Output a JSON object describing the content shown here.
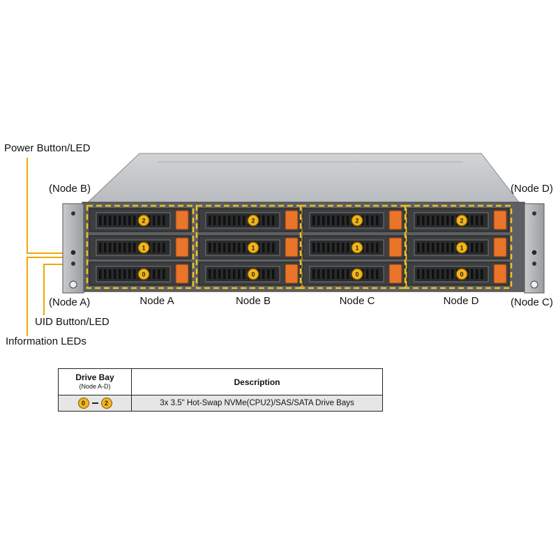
{
  "labels": {
    "power_button": "Power Button/LED",
    "node_b_left": "(Node B)",
    "node_a_left": "(Node A)",
    "uid_button": "UID Button/LED",
    "info_leds": "Information LEDs",
    "node_d_right": "(Node D)",
    "node_c_right": "(Node C)"
  },
  "nodes": [
    "Node A",
    "Node B",
    "Node C",
    "Node D"
  ],
  "bay_numbers": [
    "2",
    "1",
    "0"
  ],
  "legend": {
    "col1_title": "Drive Bay",
    "col1_subtitle": "(Node A-D)",
    "col2_title": "Description",
    "badge_from": "0",
    "badge_to": "2",
    "description": "3x 3.5\" Hot-Swap NVMe(CPU2)/SAS/SATA Drive Bays"
  },
  "colors": {
    "callout": "#f0a800",
    "badge": "#f2b51a",
    "drive_tab": "#e8752a",
    "bay_border": "#f0c020"
  }
}
